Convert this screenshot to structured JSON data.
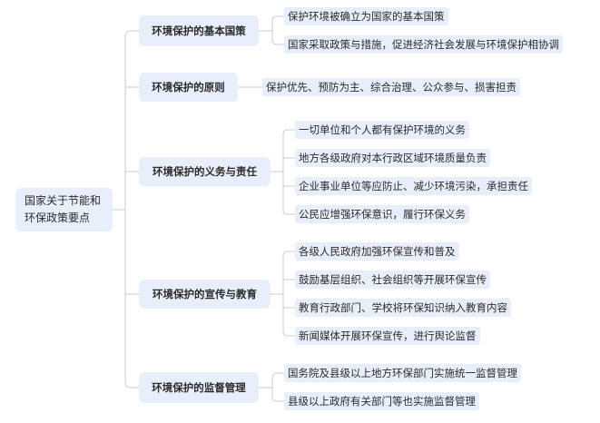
{
  "root": {
    "label": "国家关于节能和环保政策要点"
  },
  "branches": [
    {
      "label": "环境保护的基本国策",
      "items": [
        "保护环境被确立为国家的基本国策",
        "国家采取政策与措施，促进经济社会发展与环境保护相协调"
      ]
    },
    {
      "label": "环境保护的原则",
      "items": [
        "保护优先、预防为主、综合治理、公众参与、损害担责"
      ]
    },
    {
      "label": "环境保护的义务与责任",
      "items": [
        "一切单位和个人都有保护环境的义务",
        "地方各级政府对本行政区域环境质量负责",
        "企业事业单位等应防止、减少环境污染，承担责任",
        "公民应增强环保意识，履行环保义务"
      ]
    },
    {
      "label": "环境保护的宣传与教育",
      "items": [
        "各级人民政府加强环保宣传和普及",
        "鼓励基层组织、社会组织等开展环保宣传",
        "教育行政部门、学校将环保知识纳入教育内容",
        "新闻媒体开展环保宣传，进行舆论监督"
      ]
    },
    {
      "label": "环境保护的监督管理",
      "items": [
        "国务院及县级以上地方环保部门实施统一监督管理",
        "县级以上政府有关部门等也实施监督管理"
      ]
    }
  ],
  "colors": {
    "node_fill": "#e8effb",
    "line": "#c7cdd6",
    "text": "#2b2b2b"
  }
}
